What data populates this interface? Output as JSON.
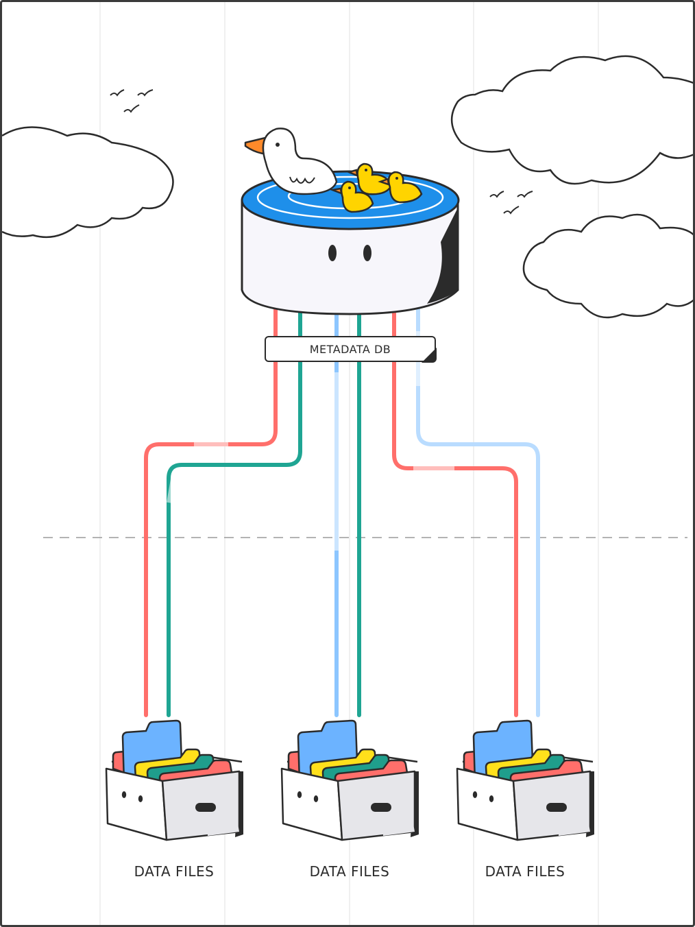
{
  "diagram": {
    "db_label": "METADATA DB",
    "file_labels": [
      "DATA FILES",
      "DATA FILES",
      "DATA FILES"
    ],
    "colors": {
      "red": "#ff6f6b",
      "teal": "#1fa593",
      "blue": "#8cc6ff",
      "folder_blue": "#6cb3ff",
      "folder_yellow": "#ffe01b",
      "folder_teal": "#1f9e8c",
      "folder_red": "#ff6f6b",
      "pond_blue": "#1e8fea",
      "outline": "#2b2b2b"
    }
  }
}
